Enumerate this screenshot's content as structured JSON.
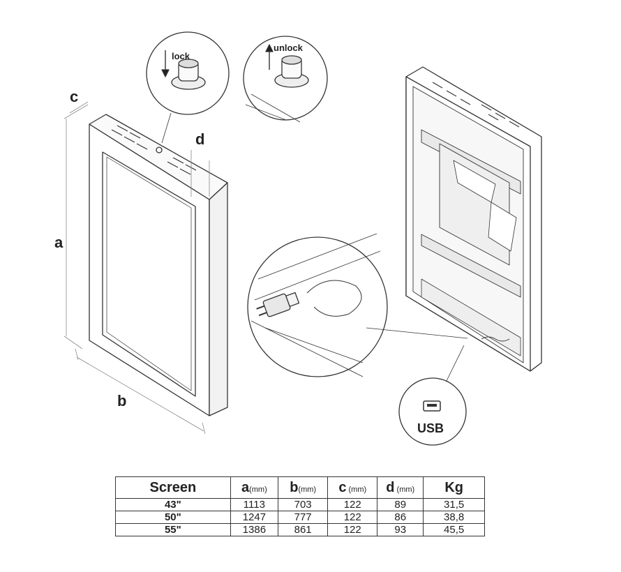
{
  "labels": {
    "a": "a",
    "b": "b",
    "c": "c",
    "d": "d",
    "lock": "lock",
    "unlock": "unlock",
    "usb": "USB"
  },
  "table": {
    "headers": [
      {
        "main": "Screen",
        "unit": ""
      },
      {
        "main": "a",
        "unit": "(mm)"
      },
      {
        "main": "b",
        "unit": "(mm)"
      },
      {
        "main": "c",
        "unit": " (mm)"
      },
      {
        "main": "d",
        "unit": " (mm)"
      },
      {
        "main": "Kg",
        "unit": ""
      }
    ],
    "rows": [
      [
        "43\"",
        "1113",
        "703",
        "122",
        "89",
        "31,5"
      ],
      [
        "50\"",
        "1247",
        "777",
        "122",
        "86",
        "38,8"
      ],
      [
        "55\"",
        "1386",
        "861",
        "122",
        "93",
        "45,5"
      ]
    ]
  }
}
